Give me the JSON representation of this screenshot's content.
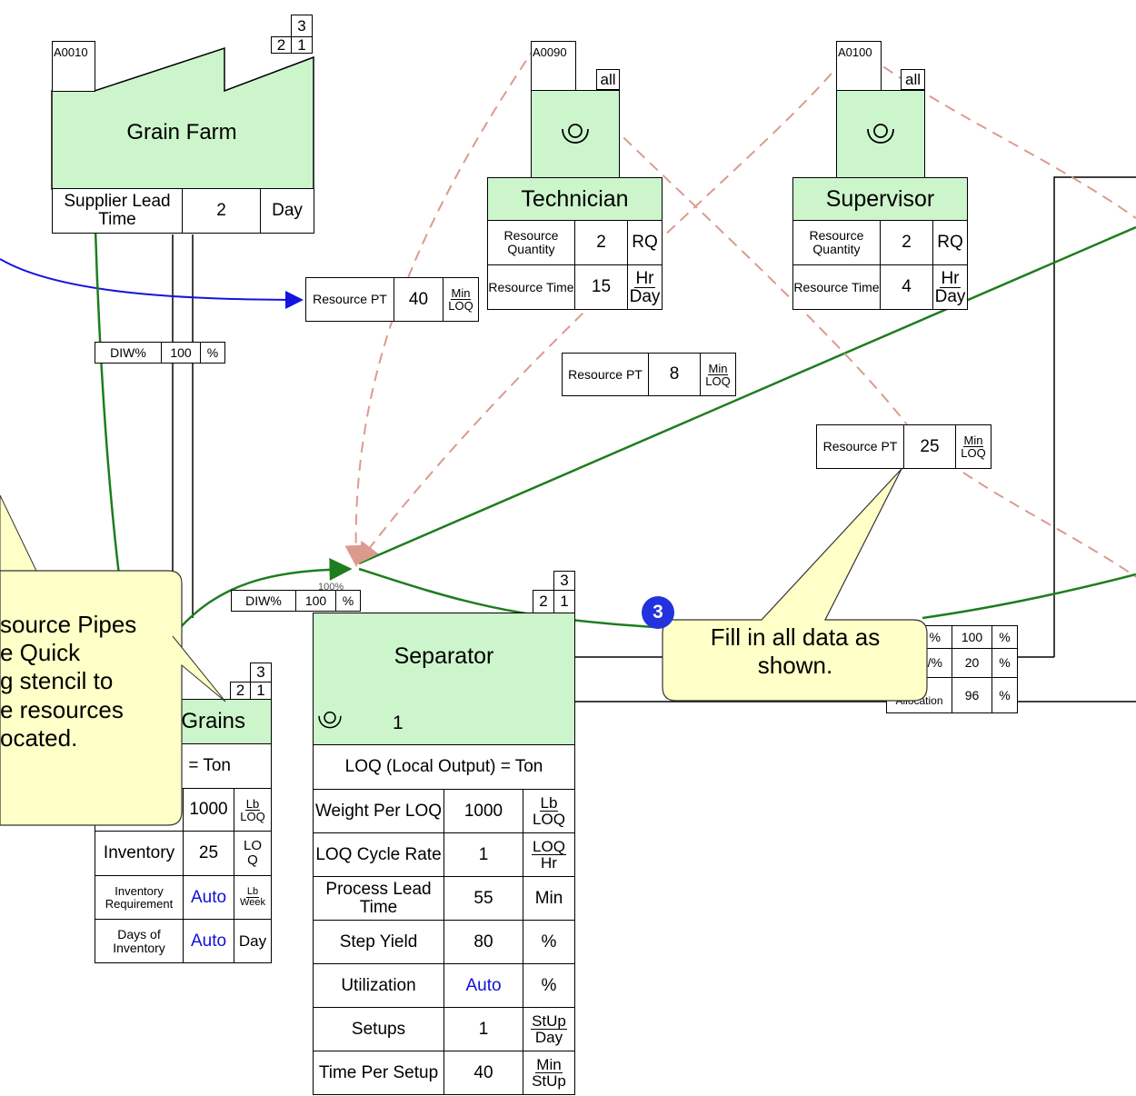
{
  "grain_farm": {
    "id": "A0010",
    "name": "Grain Farm",
    "shift_top": "3",
    "shift_left": "2",
    "shift_right": "1",
    "lead_time_label": "Supplier Lead Time",
    "lead_time_value": "2",
    "lead_time_unit": "Day"
  },
  "technician": {
    "id": "A0090",
    "shift": "all",
    "name": "Technician",
    "qty_label": "Resource Quantity",
    "qty_value": "2",
    "qty_unit": "RQ",
    "time_label": "Resource Time",
    "time_value": "15",
    "time_unit_top": "Hr",
    "time_unit_bottom": "Day"
  },
  "supervisor": {
    "id": "A0100",
    "shift": "all",
    "name": "Supervisor",
    "qty_label": "Resource Quantity",
    "qty_value": "2",
    "qty_unit": "RQ",
    "time_label": "Resource Time",
    "time_value": "4",
    "time_unit_top": "Hr",
    "time_unit_bottom": "Day"
  },
  "resource_pt": [
    {
      "label": "Resource PT",
      "value": "40",
      "unit_top": "Min",
      "unit_bottom": "LOQ"
    },
    {
      "label": "Resource PT",
      "value": "8",
      "unit_top": "Min",
      "unit_bottom": "LOQ"
    },
    {
      "label": "Resource PT",
      "value": "25",
      "unit_top": "Min",
      "unit_bottom": "LOQ"
    }
  ],
  "diw": [
    {
      "label": "DIW%",
      "value": "100",
      "unit": "%"
    },
    {
      "label": "DIW%",
      "value": "100",
      "unit": "%"
    }
  ],
  "diw_hidden_text": "100%",
  "grains": {
    "shift_top": "3",
    "shift_left": "2",
    "shift_right": "1",
    "name": "Grains",
    "loq": "= Ton",
    "weight_value": "1000",
    "weight_unit_top": "Lb",
    "weight_unit_bottom": "LOQ",
    "inventory_label": "Inventory",
    "inventory_value": "25",
    "inventory_unit_top": "LO",
    "inventory_unit_bottom": "Q",
    "inv_req_label": "Inventory Requirement",
    "inv_req_value": "Auto",
    "inv_req_unit_top": "Lb",
    "inv_req_unit_bottom": "Week",
    "days_label": "Days of Inventory",
    "days_value": "Auto",
    "days_unit": "Day"
  },
  "separator": {
    "shift_top": "3",
    "shift_left": "2",
    "shift_right": "1",
    "name": "Separator",
    "operators": "1",
    "loq_label": "LOQ (Local Output) = Ton",
    "rows": [
      {
        "label": "Weight Per LOQ",
        "value": "1000",
        "unit_top": "Lb",
        "unit_bottom": "LOQ",
        "auto": false
      },
      {
        "label": "LOQ Cycle Rate",
        "value": "1",
        "unit_top": "LOQ",
        "unit_bottom": "Hr",
        "auto": false
      },
      {
        "label": "Process Lead Time",
        "value": "55",
        "unit": "Min",
        "auto": false
      },
      {
        "label": "Step Yield",
        "value": "80",
        "unit": "%",
        "auto": false
      },
      {
        "label": "Utilization",
        "value": "Auto",
        "unit": "%",
        "auto": true
      },
      {
        "label": "Setups",
        "value": "1",
        "unit_top": "StUp",
        "unit_bottom": "Day",
        "auto": false
      },
      {
        "label": "Time Per Setup",
        "value": "40",
        "unit_top": "Min",
        "unit_bottom": "StUp",
        "auto": false
      }
    ]
  },
  "right_table": {
    "row1_label": "%",
    "row1_value": "100",
    "row1_unit": "%",
    "row2_label": "/%",
    "row2_value": "20",
    "row2_unit": "%",
    "row3_label_top": "t",
    "row3_label_bottom": "Allocation",
    "row3_value": "96",
    "row3_unit": "%"
  },
  "callouts": {
    "left_lines": [
      "source Pipes",
      "e Quick",
      "g stencil to",
      "e resources",
      "ocated."
    ],
    "right_step": "3",
    "right_text": "Fill in all data as shown."
  },
  "colors": {
    "process_green": "#ccf5cc",
    "flow_green": "#1e7d1e",
    "flow_blue": "#1414e0",
    "dashed_pink": "#dc9a8f",
    "callout_yellow": "#ffffc8",
    "step_badge": "#2233dd"
  }
}
